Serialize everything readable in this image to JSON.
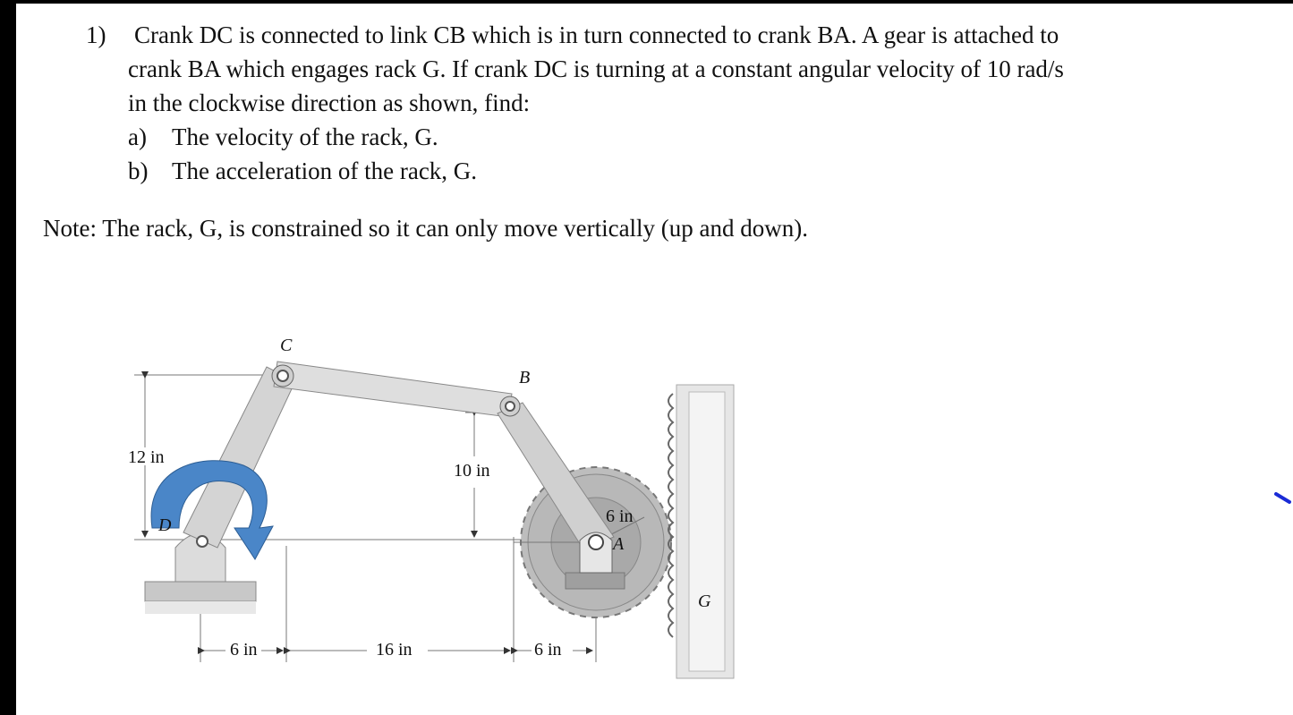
{
  "problem": {
    "number": "1)",
    "line1": "Crank DC is connected to link CB which is in turn connected to crank BA.  A gear is attached to",
    "line2": "crank BA which engages rack G.  If crank DC is turning at a constant angular velocity of 10 rad/s",
    "line3": "in the clockwise direction as shown, find:",
    "parts": [
      {
        "label": "a)",
        "text": "The velocity of the rack, G."
      },
      {
        "label": "b)",
        "text": "The acceleration of the rack, G."
      }
    ],
    "note": "Note: The rack, G, is constrained so it can only move vertically (up and down)."
  },
  "figure": {
    "points": {
      "C": "C",
      "B": "B",
      "D": "D",
      "A": "A",
      "G": "G"
    },
    "dims": {
      "height_left": "12 in",
      "height_mid": "10 in",
      "gear_radius": "6 in",
      "bottom_1": "6 in",
      "bottom_2": "16 in",
      "bottom_3": "6 in"
    },
    "colors": {
      "arrow": "#4a86c8",
      "link": "#d9d9d9",
      "gear": "#bdbdbd"
    }
  }
}
